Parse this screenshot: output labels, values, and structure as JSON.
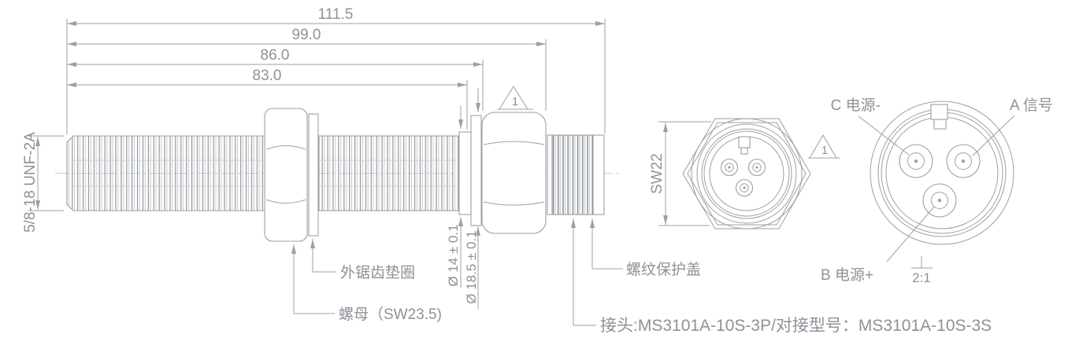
{
  "dimensions": {
    "total_length": "111.5",
    "len_99": "99.0",
    "len_86": "86.0",
    "len_83": "83.0",
    "thread_spec": "5/8-18 UNF-2A",
    "neck_dia": "Ø 14 ± 0.1",
    "ring_dia": "Ø 18.5 ± 0.1",
    "hex_width": "SW22"
  },
  "callouts": {
    "washer": "外锯齿垫圈",
    "nut": "螺母（SW23.5)",
    "thread_cap": "螺纹保护盖",
    "connector": "接头:MS3101A-10S-3P/对接型号：MS3101A-10S-3S"
  },
  "pinout": {
    "pin_c": "C 电源-",
    "pin_a": "A 信号",
    "pin_b": "B 电源+",
    "scale": "2:1"
  },
  "flags": {
    "note_1": "1"
  },
  "colors": {
    "line": "#9aa0a5",
    "text": "#8d9298"
  }
}
